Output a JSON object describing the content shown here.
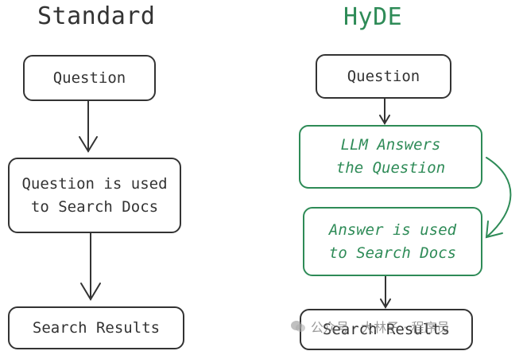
{
  "titles": {
    "standard": "Standard",
    "hyde": "HyDE"
  },
  "standard": {
    "question": "Question",
    "search": [
      "Question is used",
      "to Search Docs"
    ],
    "results": "Search Results"
  },
  "hyde": {
    "question": "Question",
    "llm": [
      "LLM Answers",
      "the Question"
    ],
    "answer": [
      "Answer is used",
      "to Search Docs"
    ],
    "results": "Search Results"
  },
  "watermark": {
    "text": "公众号 · 大林子 · 程序员"
  },
  "colors": {
    "ink": "#333333",
    "accent": "#2e8b57"
  }
}
